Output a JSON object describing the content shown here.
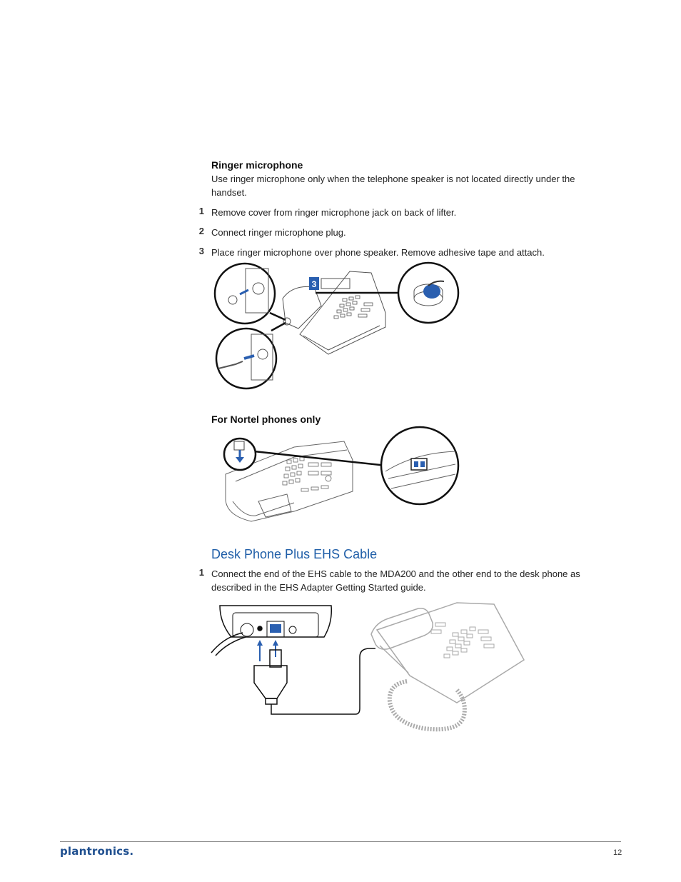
{
  "ringer": {
    "heading": "Ringer microphone",
    "intro": "Use ringer microphone only when the telephone speaker is not located directly under the handset.",
    "steps": [
      {
        "num": "1",
        "text": "Remove cover from ringer microphone jack on back of lifter."
      },
      {
        "num": "2",
        "text": "Connect ringer microphone plug."
      },
      {
        "num": "3",
        "text": "Place ringer microphone over phone speaker. Remove adhesive tape and attach."
      }
    ],
    "callout_number": "3"
  },
  "nortel": {
    "heading": "For Nortel phones only"
  },
  "ehs": {
    "title": "Desk Phone Plus EHS Cable",
    "steps": [
      {
        "num": "1",
        "text": "Connect the end of the EHS cable to the MDA200 and the other end to the desk phone as described in the EHS Adapter Getting Started guide."
      }
    ]
  },
  "footer": {
    "logo": "plantronics.",
    "page_number": "12"
  },
  "colors": {
    "accent_blue": "#1f5ea8",
    "logo_blue": "#1f4f8f",
    "arrow_blue": "#2a5fb0"
  }
}
